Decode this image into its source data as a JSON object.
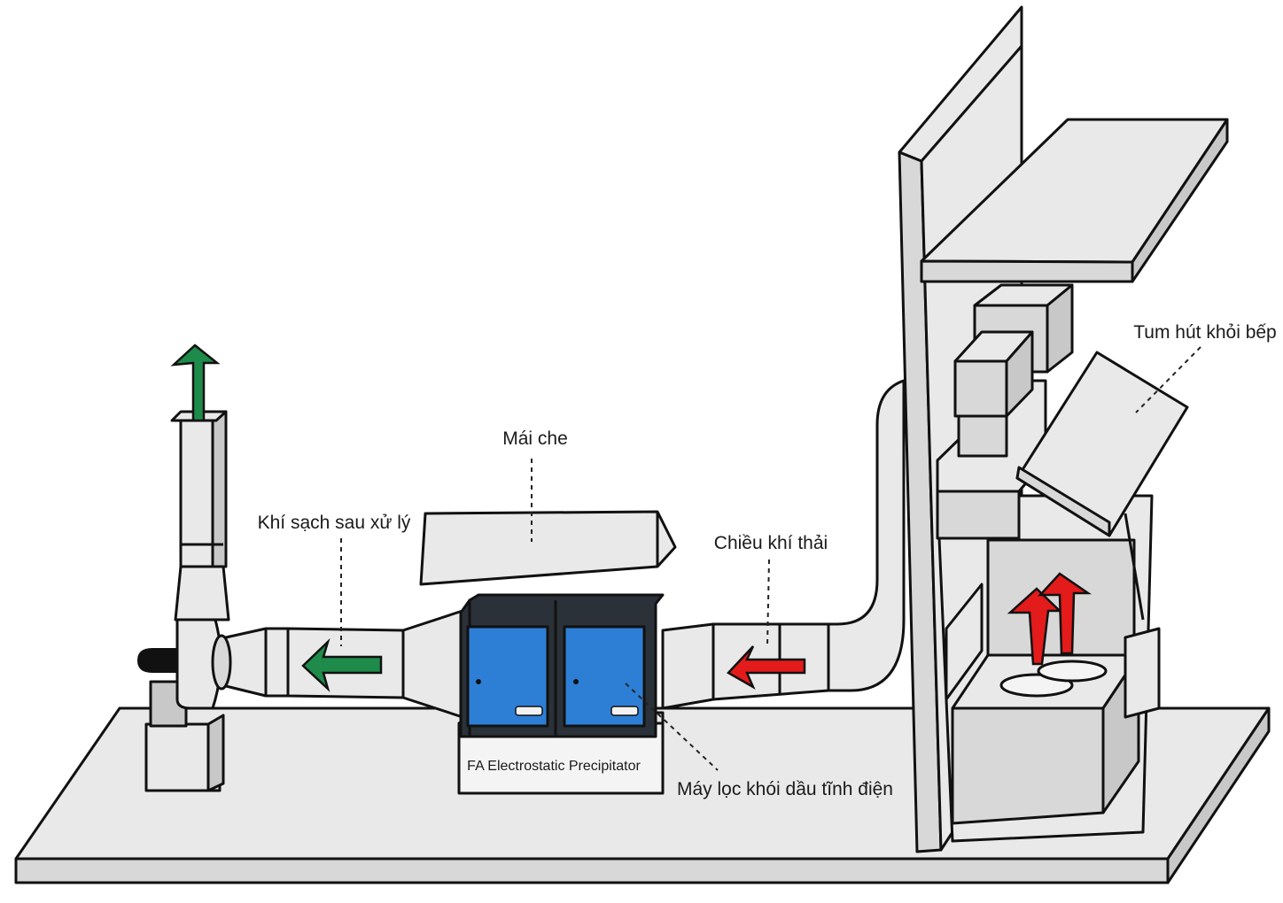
{
  "labels": {
    "roof": "Mái che",
    "clean_air": "Khí sạch sau xử lý",
    "exhaust_direction": "Chiều khí thải",
    "hood": "Tum hút khỏi bếp",
    "filter": "Máy lọc khói dầu tĩnh điện",
    "plate": "FA Electrostatic Precipitator"
  },
  "colors": {
    "clean_arrow": "#1e8b4a",
    "exhaust_arrow": "#e31b1b",
    "filter_body": "#2d7fd6",
    "filter_frame": "#2b3138",
    "metal": "#e9e9e9"
  },
  "icons": {
    "clean_arrow": "green-arrow-icon",
    "exhaust_arrow": "red-arrow-icon"
  }
}
